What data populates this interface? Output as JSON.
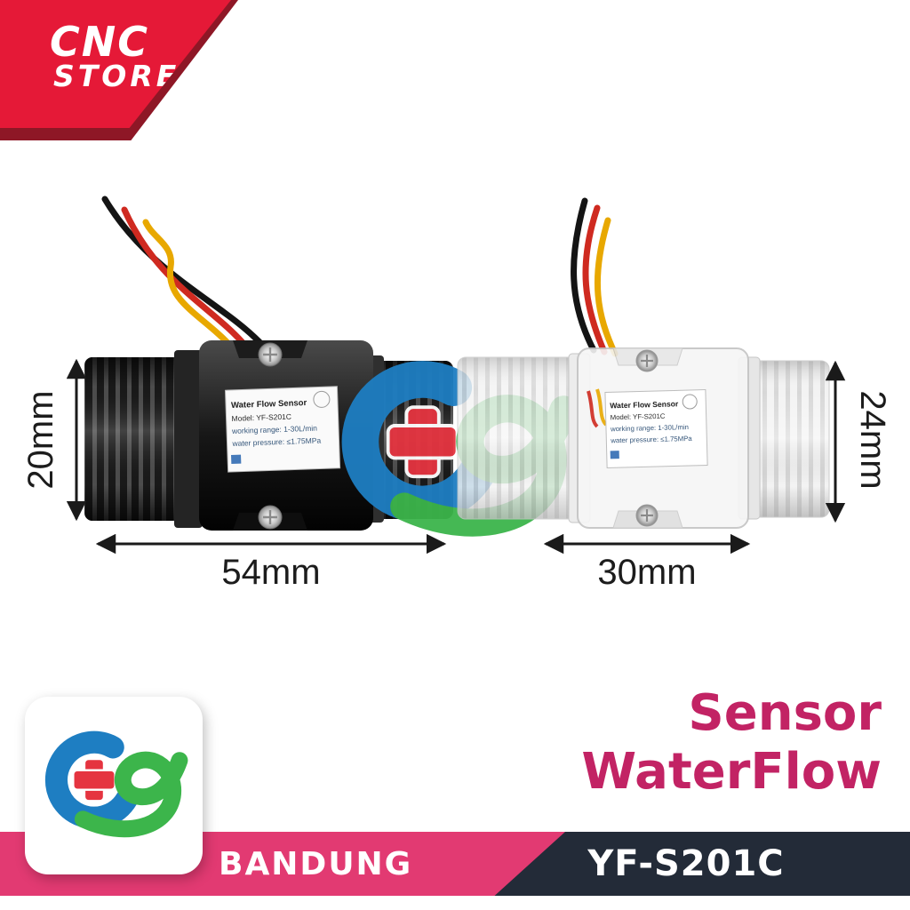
{
  "store_banner": {
    "line1": "CNC",
    "line2": "STORE"
  },
  "sensors": {
    "label": {
      "title": "Water Flow Sensor",
      "model": "Model: YF-S201C",
      "range": "working range: 1-30L/min",
      "pressure": "water pressure: ≤1.75MPa"
    }
  },
  "dimensions": {
    "left_sensor_height": "20mm",
    "left_sensor_length": "54mm",
    "right_sensor_height": "24mm",
    "right_sensor_length": "30mm"
  },
  "caption": {
    "line1": "Sensor",
    "line2": "WaterFlow"
  },
  "footer": {
    "city": "BANDUNG",
    "model": "YF-S201C"
  },
  "colors": {
    "banner_red": "#e51937",
    "banner_shadow_red": "#8e1726",
    "caption_crimson": "#c22364",
    "band_pink": "#e23a72",
    "band_navy": "#232b38",
    "logo_blue": "#1e7ec2",
    "logo_green": "#3cb54b",
    "logo_red": "#e53440",
    "wire_red": "#cf2a20",
    "wire_yellow": "#e8a800",
    "wire_black": "#141414"
  }
}
